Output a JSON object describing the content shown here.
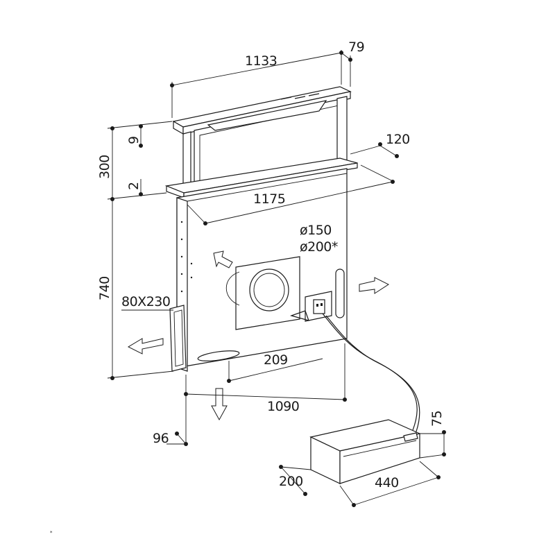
{
  "diagram": {
    "dimensions": {
      "top_width": "1133",
      "top_depth": "79",
      "height_total": "300",
      "h_upper": "9",
      "h_lower": "2",
      "side_depth": "120",
      "inner_width": "1175",
      "duct_a": "ø150",
      "duct_b": "ø200*",
      "body_height": "740",
      "opening": "80X230",
      "bottom_offset": "209",
      "base_width": "1090",
      "base_depth": "96",
      "motor_height": "75",
      "motor_depth": "200",
      "motor_width": "440"
    },
    "footnote": "*"
  }
}
